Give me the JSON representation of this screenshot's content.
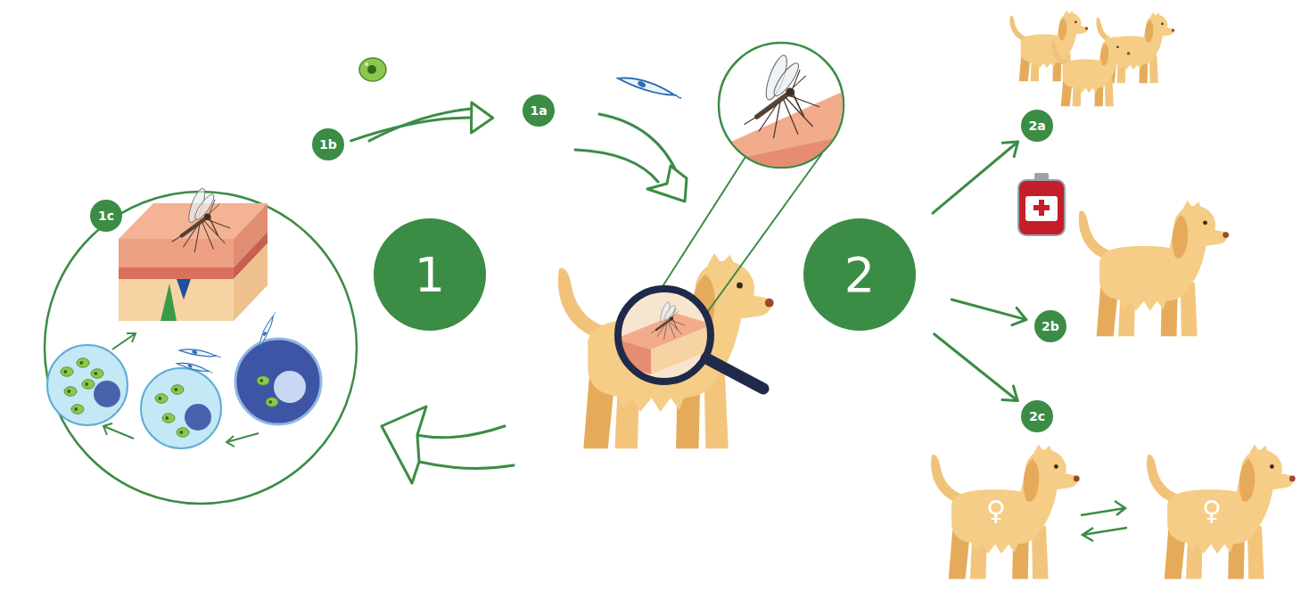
{
  "diagram": {
    "nodes": [
      {
        "text": [
          "1b"
        ]
      },
      {
        "text": [
          "1a"
        ]
      },
      {
        "text": [
          "1c"
        ]
      },
      {
        "text": [
          "1"
        ]
      },
      {
        "text": [
          "2"
        ]
      },
      {
        "text": [
          "2a"
        ]
      },
      {
        "text": [
          "2b"
        ]
      },
      {
        "text": [
          "2c"
        ]
      }
    ],
    "edges": [
      {
        "from": 0,
        "to": 1,
        "arrow": "to"
      },
      {
        "from": 4,
        "to": 5,
        "arrow": "to"
      },
      {
        "from": 4,
        "to": 6,
        "arrow": "to"
      },
      {
        "from": 4,
        "to": 7,
        "arrow": "to"
      }
    ],
    "labels": [
      "♀",
      "♀"
    ]
  }
}
